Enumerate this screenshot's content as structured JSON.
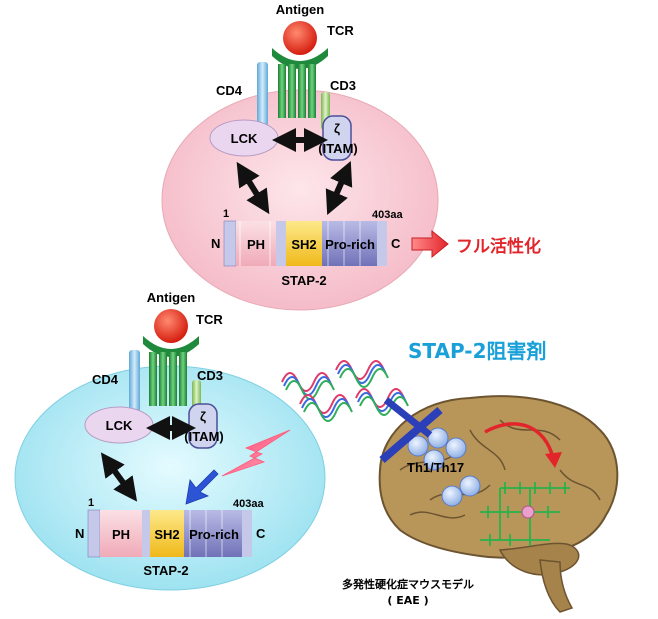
{
  "top_panel": {
    "antigen": "Antigen",
    "tcr": "TCR",
    "cd4": "CD4",
    "cd3": "CD3",
    "lck": "LCK",
    "zeta": "ζ",
    "itam": "(ITAM)",
    "residue_start": "1",
    "residue_end": "403aa",
    "n_term": "N",
    "c_term": "C",
    "domain_ph": "PH",
    "domain_sh2": "SH2",
    "domain_prorich": "Pro-rich",
    "protein_name": "STAP-2",
    "result_label": "フル活性化"
  },
  "bottom_panel": {
    "antigen": "Antigen",
    "tcr": "TCR",
    "cd4": "CD4",
    "cd3": "CD3",
    "lck": "LCK",
    "zeta": "ζ",
    "itam": "(ITAM)",
    "residue_start": "1",
    "residue_end": "403aa",
    "n_term": "N",
    "c_term": "C",
    "domain_ph": "PH",
    "domain_sh2": "SH2",
    "domain_prorich": "Pro-rich",
    "protein_name": "STAP-2",
    "inhibitor_label": "STAP-2阻害剤",
    "th_label": "Th1/Th17",
    "disease_label": "多発性硬化症マウスモデル",
    "disease_abbrev": "( EAE )"
  },
  "colors": {
    "top_cell": "#f7c9d2",
    "bottom_cell": "#bfeef6",
    "antigen": "#e8311e",
    "tcr_green": "#2fa64a",
    "cd4_blue": "#8fc6e8",
    "cd3_green": "#9fcf72",
    "lck_fill": "#e9d6ef",
    "zeta_fill": "#c9cdea",
    "ph_pink": "#f4c2cc",
    "sh2_yellow": "#f6cf3a",
    "prorich_purple": "#8d8fc8",
    "red_accent": "#e2252b",
    "inhibitor_blue": "#1aa0d8",
    "block_bar": "#2a3fb8",
    "brain_fill": "#b8965a"
  }
}
